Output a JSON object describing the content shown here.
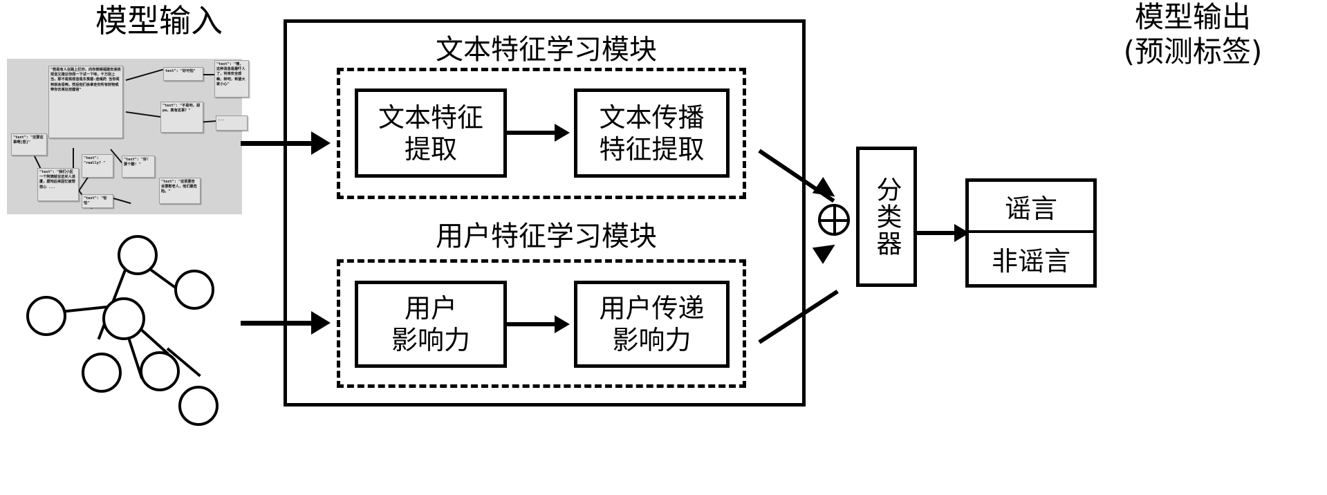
{
  "titles": {
    "model_input": "模型输入",
    "model_output_line1": "模型输出",
    "model_output_line2": "(预测标签)"
  },
  "modules": {
    "text_module_title": "文本特征学习模块",
    "user_module_title": "用户特征学习模块"
  },
  "boxes": {
    "text_feature_extraction": "文本特征\n提取",
    "text_propagation_extraction": "文本传播\n特征提取",
    "user_influence": "用户\n影响力",
    "user_pass_influence": "用户传递\n影响力",
    "classifier": "分类器"
  },
  "outputs": {
    "rumor": "谣言",
    "non_rumor": "非谣言"
  },
  "operators": {
    "fusion": "⊕"
  },
  "input_panel": {
    "background": "#d4d4d4",
    "snippets": [
      {
        "id": "s1",
        "text": "\"若是有人在路上拦你，向你推销福建安溪铁观音又建议你闻一下试一下味，千万别上当，那不是铁观音是东莨菪-迷魂药 当你闻到就会昏倒，然后他们会拿走你所有财物或带你去某处挖器官\""
      },
      {
        "id": "s2",
        "text": "text\": \"好可怕\""
      },
      {
        "id": "s3",
        "text": "\"text\": \"噢, 这种消息是最吓人了，何来安全感嘛，转吧，希望大家小心\""
      },
      {
        "id": "s4",
        "text": "\"text\": \"不是吧，胡pa，真有这事？\""
      },
      {
        "id": "s5",
        "text": "..."
      },
      {
        "id": "s6",
        "text": "\"text\": \"还要这事啊[怒]\""
      },
      {
        "id": "s7",
        "text": "\"text\": \"我们小区一个阿姨就在这买人进厦，据地后来因忆被悲悲心..."
      },
      {
        "id": "s8",
        "text": "\"text\": \"really? \""
      },
      {
        "id": "s9",
        "text": "\"text\": \"恰怕\""
      },
      {
        "id": "s10",
        "text": "\"text\": \"好! 要个翻! \""
      },
      {
        "id": "s11",
        "text": "\"text\": \"这很要告诉要慰老人，他们最危险。\""
      }
    ]
  },
  "graph_panel": {
    "node_count": 7,
    "edge_count": 6
  },
  "colors": {
    "stroke": "#000000",
    "panel_bg": "#d4d4d4",
    "snippet_bg": "#e2e2e2",
    "page_bg": "#ffffff"
  }
}
